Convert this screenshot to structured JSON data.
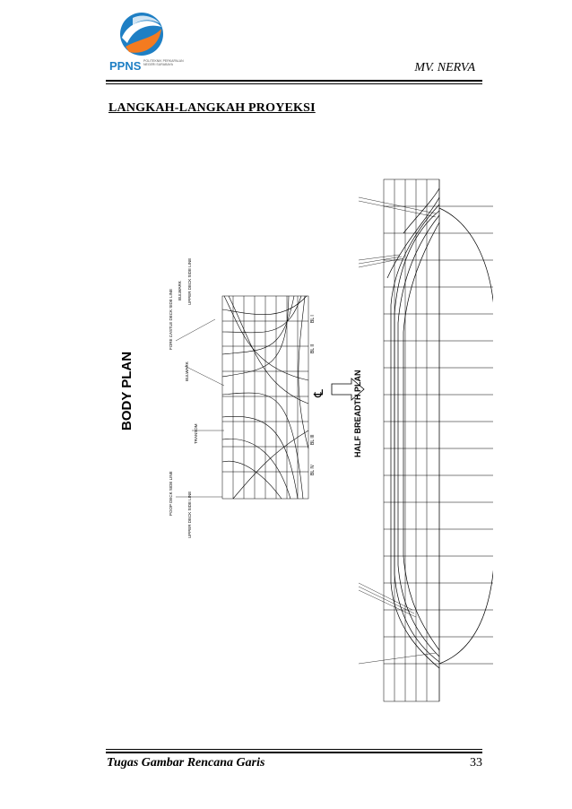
{
  "header": {
    "logo_text": "PPNS",
    "logo_subtext": "POLITEKNIK PERKAPALAN NEGERI SURABAYA",
    "ship_name": "MV. NERVA"
  },
  "section_title": "LANGKAH-LANGKAH  PROYEKSI",
  "drawing": {
    "body_plan_title": "BODY PLAN",
    "half_breadth_title": "HALF BREADTH PLAN",
    "centerline_symbol": "℄",
    "labels": {
      "fore_castle": "FORE CASTLE DECK SIDE LINE",
      "bulwark": "BULWARK",
      "upper_deck": "UPPER DECK SIDE LINE",
      "transom": "TRANSOM",
      "poop_deck": "POOP DECK SIDE LINE"
    },
    "buttock_labels": [
      "BL I",
      "BL II",
      "BL III",
      "BL IV"
    ]
  },
  "footer": {
    "title": "Tugas Gambar Rencana Garis",
    "page_number": "33"
  }
}
